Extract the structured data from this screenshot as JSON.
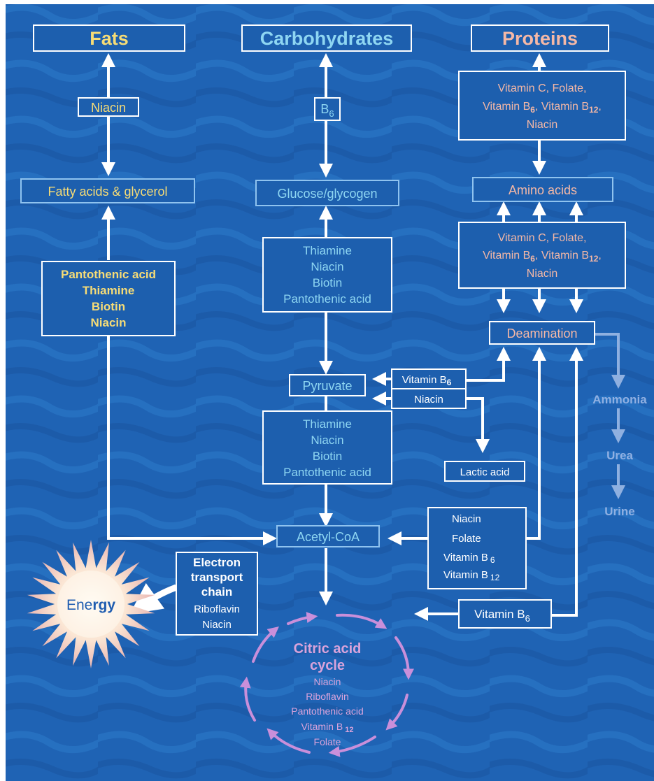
{
  "colors": {
    "background": "#1f63b4",
    "background_stripe": "#2a78c8",
    "box_fill": "#1d5fae",
    "box_border": "#ffffff",
    "box_border_soft": "#8fc3ef",
    "fats_text": "#f6dc76",
    "carbs_text": "#8ed6f2",
    "proteins_text": "#f5b8a6",
    "light_text": "#ffffff",
    "ammonia_text": "#90b0e2",
    "cycle_text": "#d9a3db",
    "cycle_arrow": "#c98fda",
    "energy_text": "#1e5cb0"
  },
  "top": {
    "fats": "Fats",
    "carbohydrates": "Carbohydrates",
    "proteins": "Proteins"
  },
  "fats_branch": {
    "niacin": "Niacin",
    "fatty_acids": "Fatty acids & glycerol",
    "vitamins": [
      "Pantothenic acid",
      "Thiamine",
      "Biotin",
      "Niacin"
    ]
  },
  "carbs_branch": {
    "b6_base": "B",
    "b6_sub": "6",
    "glucose": "Glucose/glycogen",
    "vitamins_upper": [
      "Thiamine",
      "Niacin",
      "Biotin",
      "Pantothenic acid"
    ],
    "pyruvate": "Pyruvate",
    "vitamins_lower": [
      "Thiamine",
      "Niacin",
      "Biotin",
      "Pantothenic acid"
    ],
    "acetyl_coa": "Acetyl-CoA"
  },
  "proteins_branch": {
    "vit_line1": "Vitamin  C, Folate,",
    "vit_b6": "Vitamin B",
    "vit_b6_sub": "6",
    "vit_b12": "Vitamin B",
    "vit_b12_sub": "12",
    "vit_line3": "Niacin",
    "amino_acids": "Amino acids",
    "deamination": "Deamination"
  },
  "pyruvate_side": {
    "vitamin_b6": "Vitamin B",
    "vitamin_b6_sub": "6",
    "niacin": "Niacin",
    "lactic_acid": "Lactic acid"
  },
  "acetyl_side": {
    "niacin": "Niacin",
    "folate": "Folate",
    "vitamin_b6": "Vitamin B",
    "vitamin_b6_sub": "6",
    "vitamin_b12": "Vitamin B",
    "vitamin_b12_sub": "12"
  },
  "ammonia_chain": [
    "Ammonia",
    "Urea",
    "Urine"
  ],
  "electron_transport": {
    "title": [
      "Electron",
      "transport",
      "chain"
    ],
    "vitamins": [
      "Riboflavin",
      "Niacin"
    ]
  },
  "energy": {
    "prefix": "Ene",
    "suffix": "rgy"
  },
  "citric_cycle": {
    "title": [
      "Citric acid",
      "cycle"
    ],
    "vitamins": [
      "Niacin",
      "Riboflavin",
      "Pantothenic acid"
    ],
    "vit_b12": "Vitamin B",
    "vit_b12_sub": "12",
    "folate": "Folate"
  },
  "cycle_side": {
    "vitamin_b6": "Vitamin B",
    "vitamin_b6_sub": "6"
  }
}
